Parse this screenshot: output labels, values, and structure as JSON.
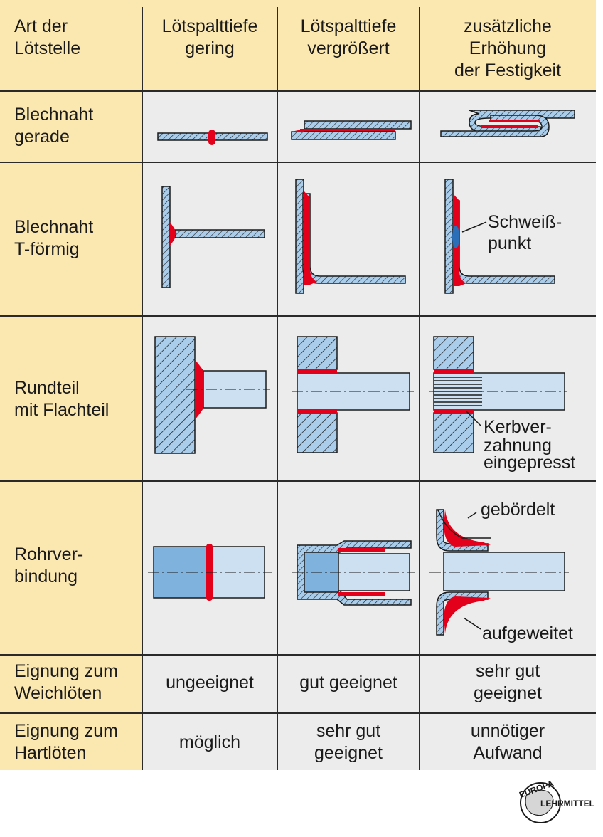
{
  "headers": {
    "col1": "Art der\nLötstelle",
    "col2": "Lötspalttiefe\ngering",
    "col3": "Lötspalttiefe\nvergrößert",
    "col4": "zusätzliche\nErhöhung\nder Festigkeit"
  },
  "rows": [
    {
      "label": "Blechnaht\ngerade"
    },
    {
      "label": "Blechnaht\nT-förmig"
    },
    {
      "label": "Rundteil\nmit Flachteil"
    },
    {
      "label": "Rohrver-\nbindung"
    }
  ],
  "annotations": {
    "schweiss": "Schweiß-",
    "punkt": "punkt",
    "kerb1": "Kerbver-",
    "kerb2": "zahnung",
    "kerb3": "eingepresst",
    "gebordelt": "gebördelt",
    "aufgeweitet": "aufgeweitet"
  },
  "weich": {
    "label": "Eignung zum\nWeichlöten",
    "v1": "ungeeignet",
    "v2": "gut geeignet",
    "v3": "sehr gut\ngeeignet"
  },
  "hart": {
    "label": "Eignung zum\nHartlöten",
    "v1": "möglich",
    "v2": "sehr gut\ngeeignet",
    "v3": "unnötiger\nAufwand"
  },
  "logo": {
    "top": "EUROPA",
    "side": "LEHRMITTEL"
  },
  "colors": {
    "label_bg": "#fbe7b0",
    "cell_bg": "#ececec",
    "metal": "#a9cdea",
    "metal_dark": "#7fb3dd",
    "solder": "#e2001a"
  }
}
